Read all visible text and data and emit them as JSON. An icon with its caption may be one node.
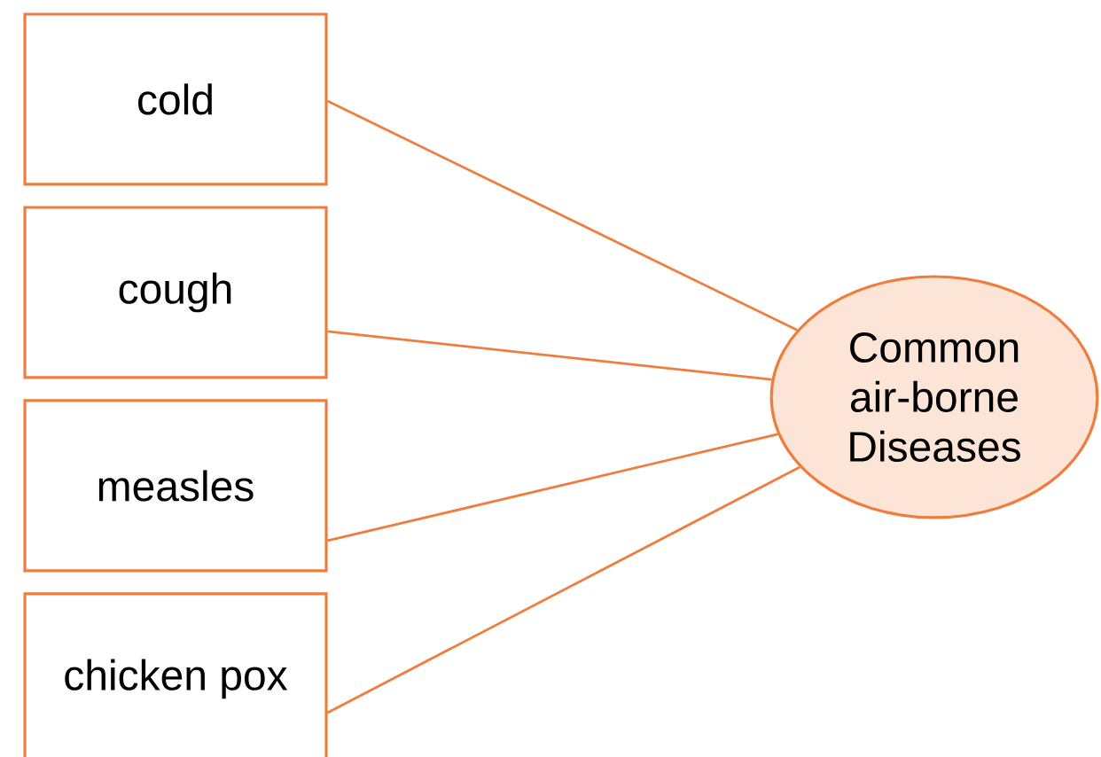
{
  "diagram": {
    "nodes": [
      {
        "text": [
          "cold"
        ]
      },
      {
        "text": [
          "cough"
        ]
      },
      {
        "text": [
          "measles"
        ]
      },
      {
        "text": [
          "chicken pox"
        ]
      },
      {
        "text": [
          "Common air-borne Diseases"
        ]
      }
    ],
    "edges": [
      {
        "from": 0,
        "to": 4,
        "arrow": "none"
      },
      {
        "from": 1,
        "to": 4,
        "arrow": "none"
      },
      {
        "from": 2,
        "to": 4,
        "arrow": "none"
      },
      {
        "from": 3,
        "to": 4,
        "arrow": "none"
      }
    ]
  }
}
